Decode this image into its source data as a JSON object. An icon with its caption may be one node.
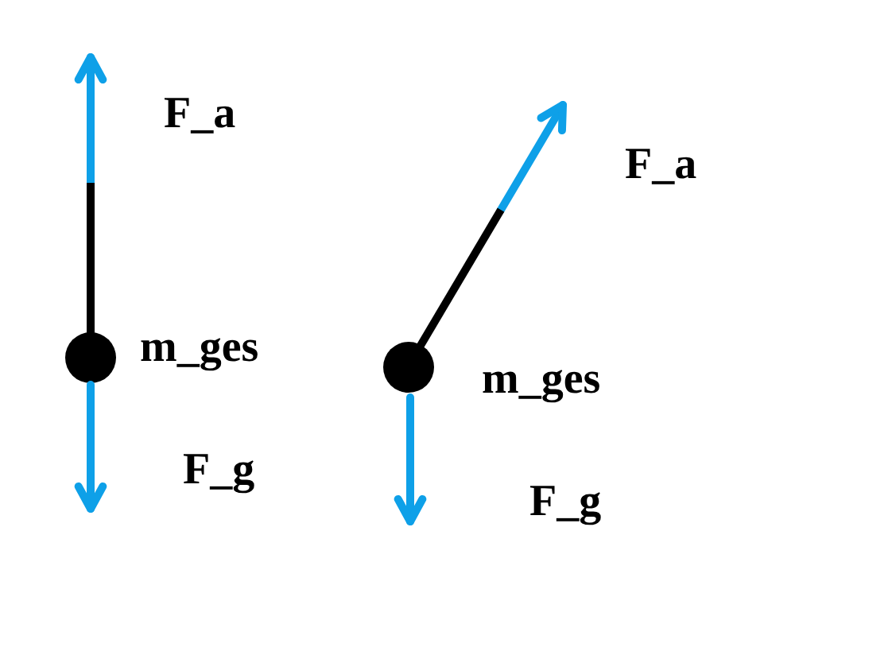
{
  "diagram": {
    "labels": [
      "F_a",
      "m_ges",
      "F_g",
      "F_a",
      "m_ges",
      "F_g"
    ]
  }
}
